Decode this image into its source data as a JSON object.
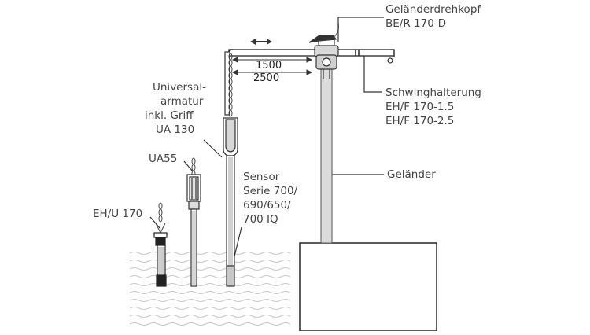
{
  "labels": {
    "railing_head_line1": "Geländerdrehkopf",
    "railing_head_line2": "BE/R 170-D",
    "swing_holder_line1": "Schwinghalterung",
    "swing_holder_line2": "EH/F 170-1.5",
    "swing_holder_line3": "EH/F 170-2.5",
    "railing": "Geländer",
    "universal_line1": "Universal-",
    "universal_line2": "armatur",
    "universal_line3": "inkl. Griff",
    "universal_line4": "UA 130",
    "ua55": "UA55",
    "sensor_line1": "Sensor",
    "sensor_line2": "Serie 700/",
    "sensor_line3": "690/650/",
    "sensor_line4": "700 IQ",
    "ehu170": "EH/U 170"
  },
  "dimensions": {
    "short_reach": "1500",
    "long_reach": "2500"
  },
  "icons": {
    "double_arrow": "double-arrow-icon"
  }
}
